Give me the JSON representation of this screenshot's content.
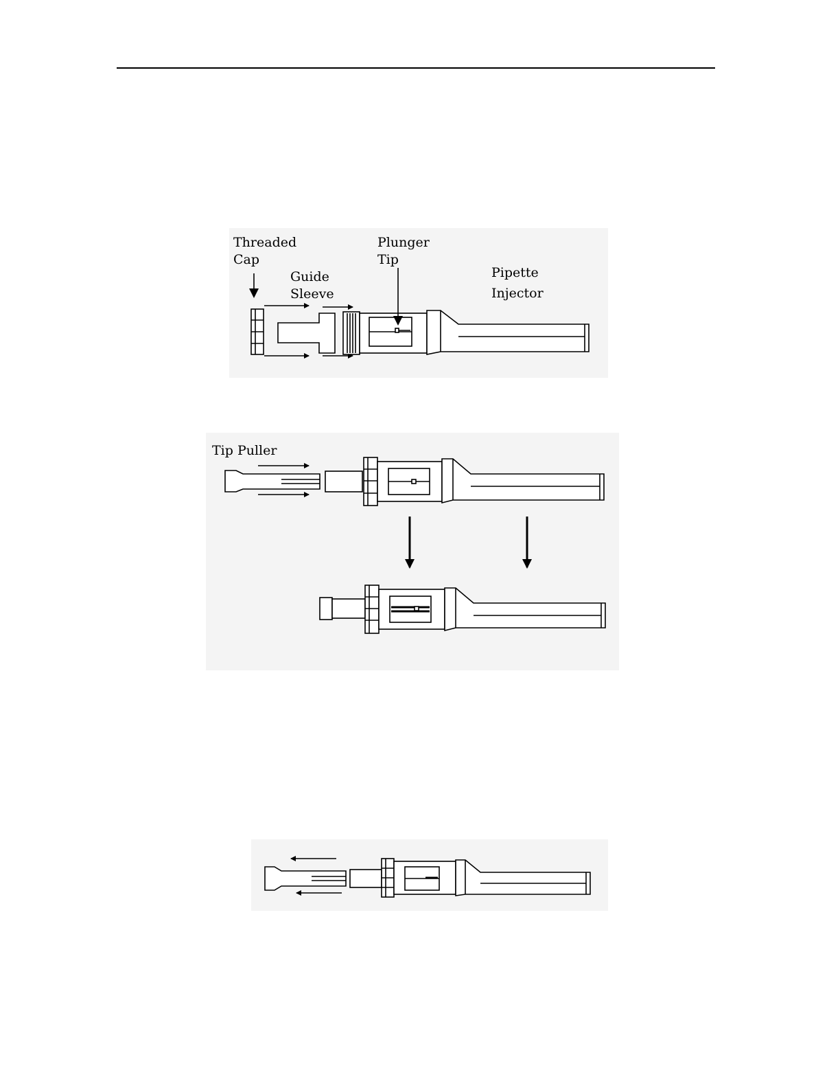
{
  "figure1": {
    "labels": {
      "threaded_cap": [
        "Threaded",
        "Cap"
      ],
      "guide_sleeve": [
        "Guide",
        "Sleeve"
      ],
      "plunger_tip": [
        "Plunger",
        "Tip"
      ],
      "pipette_injector": [
        "Pipette",
        "Injector"
      ]
    }
  },
  "figure2": {
    "labels": {
      "tip_puller": "Tip Puller"
    }
  }
}
